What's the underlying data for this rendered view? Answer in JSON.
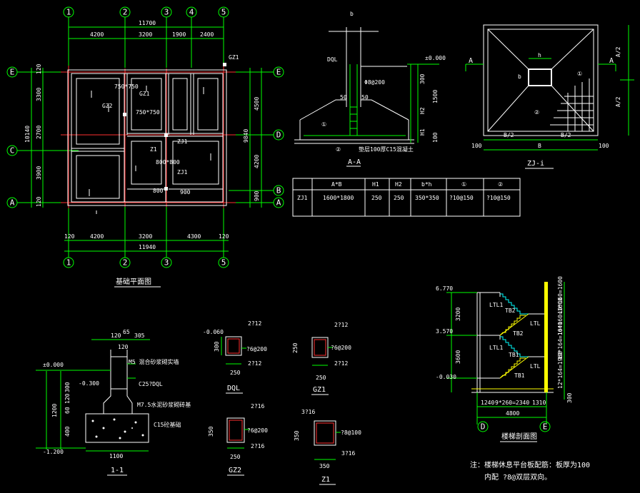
{
  "plan": {
    "title": "基础平面图",
    "axes_top": [
      "1",
      "2",
      "3",
      "4",
      "5"
    ],
    "axes_bottom": [
      "1",
      "2",
      "3",
      "5"
    ],
    "axes_left": [
      "E",
      "C",
      "A"
    ],
    "axes_right": [
      "E",
      "D",
      "B",
      "A"
    ],
    "dims_top_total": "11700",
    "dims_top": [
      "4200",
      "3200",
      "1900",
      "2400"
    ],
    "dims_bottom": [
      "120",
      "4200",
      "3200",
      "4300",
      "120"
    ],
    "dims_bottom_total": "11940",
    "dims_left": [
      "120",
      "3300",
      "10140",
      "2700",
      "3900",
      "120"
    ],
    "dims_right": [
      "4500",
      "9840",
      "4200",
      "900"
    ],
    "labels": [
      "GZ1",
      "750*750",
      "GZ1",
      "GZ2",
      "750*750",
      "Z1",
      "800*800",
      "ZJ1",
      "ZJ1",
      "800",
      "900"
    ]
  },
  "section_aa": {
    "title": "A-A",
    "labels": [
      "b",
      "DQL",
      "±0.000",
      "Φ8@200",
      "H2",
      "H1",
      "①",
      "②",
      "垫层100厚C15混凝土",
      "50",
      "50"
    ],
    "dims": [
      "300",
      "1500",
      "100"
    ]
  },
  "zj": {
    "title": "ZJ-i",
    "labels": [
      "A",
      "A",
      "h",
      "b",
      "①",
      "②"
    ],
    "dims_right": [
      "A/2",
      "A/2"
    ],
    "dims_bottom": [
      "100",
      "B/2",
      "B/2",
      "100",
      "B"
    ]
  },
  "table": {
    "headers": [
      "",
      "A*B",
      "H1",
      "H2",
      "b*h",
      "①",
      "②"
    ],
    "rows": [
      [
        "ZJ1",
        "1600*1800",
        "250",
        "250",
        "350*350",
        "?10@150",
        "?10@150"
      ]
    ]
  },
  "section_11": {
    "title": "1-1",
    "labels": [
      "±0.000",
      "-0.300",
      "M5 混合砂浆砌实墙",
      "C25?DQL",
      "M7.5水泥砂浆砌砖基",
      "C15砼基础",
      "-1.200"
    ],
    "dims": [
      "120",
      "65",
      "305",
      "120",
      "300",
      "120",
      "60",
      "1200",
      "400",
      "1100"
    ]
  },
  "details": [
    {
      "title": "DQL",
      "labels": [
        "-0.060",
        "2?12",
        "?6@200",
        "2?12"
      ],
      "dims": [
        "300",
        "250"
      ]
    },
    {
      "title": "GZ1",
      "labels": [
        "2?12",
        "?6@200",
        "2?12"
      ],
      "dims": [
        "250",
        "250"
      ]
    },
    {
      "title": "GZ2",
      "labels": [
        "2?16",
        "?6@200",
        "2?16"
      ],
      "dims": [
        "350",
        "250"
      ]
    },
    {
      "title": "Z1",
      "labels": [
        "3?16",
        "?8@100",
        "3?16"
      ],
      "dims": [
        "350",
        "350"
      ]
    }
  ],
  "stair": {
    "title": "楼梯剖面图",
    "levels": [
      "6.770",
      "3.570",
      "-0.030"
    ],
    "dims_left": [
      "3200",
      "3600"
    ],
    "dims_right": [
      "10*160=1600",
      "10*160=1600",
      "10*164=1640",
      "12*164=1968",
      "300"
    ],
    "labels": [
      "LTL1",
      "TB2",
      "LTL",
      "TB2",
      "LTL1",
      "TB1",
      "LTL",
      "TB1"
    ],
    "bottom": [
      "1240",
      "9*260=2340",
      "1310",
      "4800"
    ],
    "axes": [
      "D",
      "E"
    ]
  },
  "note": {
    "line1": "注：楼梯休息平台板配筋：板厚为100",
    "line2": "内配 ?8@双层双向。"
  }
}
